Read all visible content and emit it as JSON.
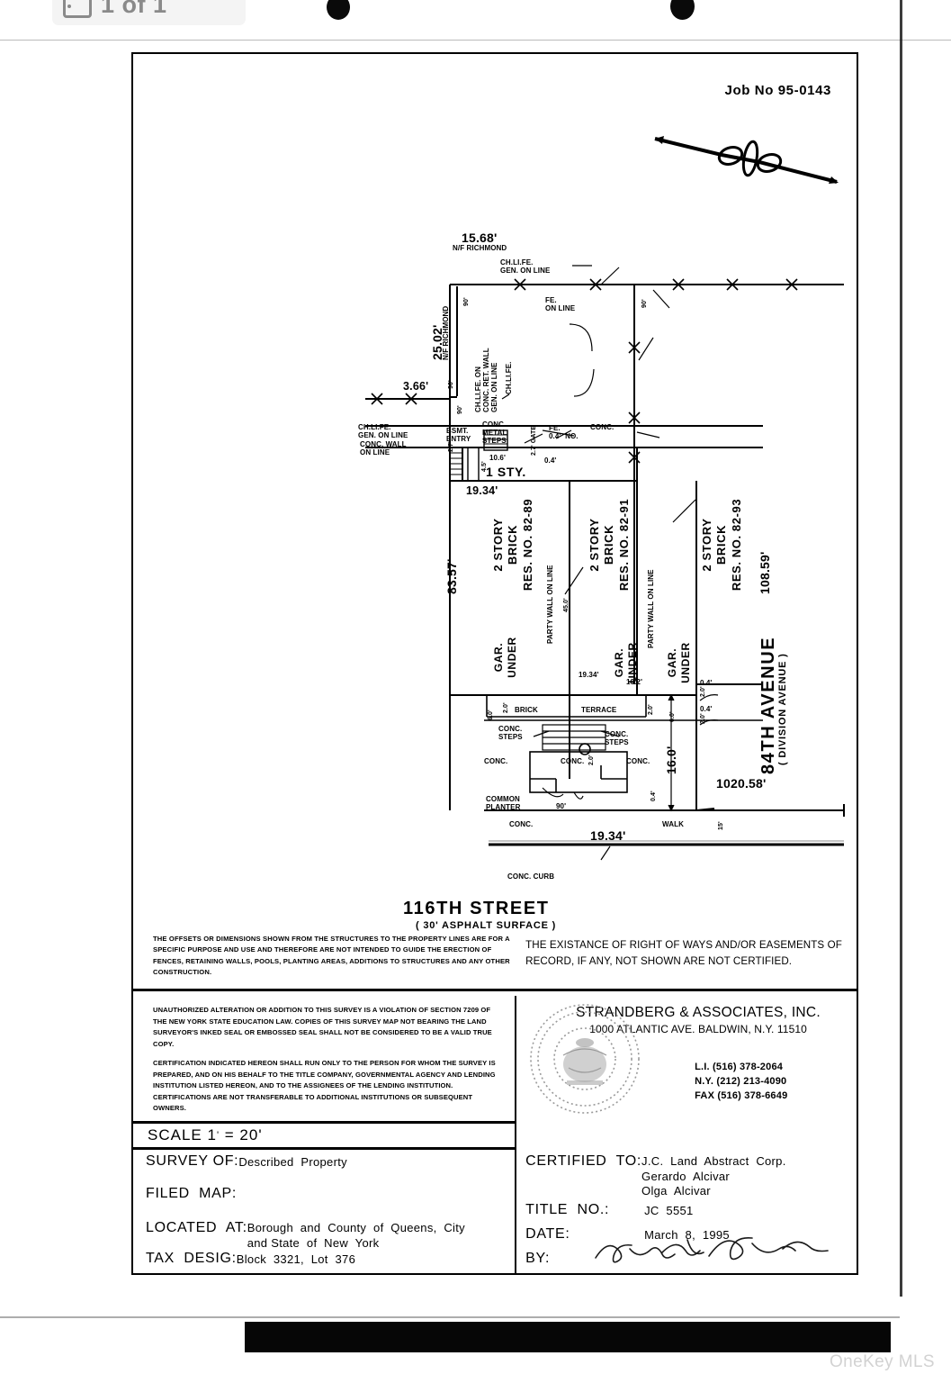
{
  "viewer": {
    "page_badge": "1 of 1",
    "page_icon": "pages-icon",
    "watermark": "OneKey MLS"
  },
  "sheet": {
    "job_number": "Job No 95-0143"
  },
  "drawing": {
    "north_label_top": "15.68'",
    "north_owner_top": "N/F RICHMOND",
    "west_dim": "25.02'",
    "west_owner": "N/F RICHMOND",
    "west_dim_small": "3.66'",
    "left_side_dim": "83.57'",
    "right_side_dim": "108.59'",
    "party_wall_dim": "45.0'",
    "front_dim_top": "19.34'",
    "front_dim_mid": "19.34'",
    "front_dim_bottom": "19.34'",
    "street_offset": "1020.58'",
    "walk_dim": "15'",
    "setback_dim": "16.0'",
    "one_sty_dim": "10.6'",
    "gar_dim": "10.2'",
    "offset_45": "4.5'",
    "offset_04a": "0.4'",
    "offset_04b": "0.4'",
    "offset_04c": "0.4'",
    "offset_04d": "0.4'",
    "planter_angle": "90'",
    "gate_label": "2.7' GATE",
    "bsmt_offset": "2.7'",
    "terrace_60a": "6.0'",
    "terrace_60b": "6.0'",
    "terrace_20a": "2.0'",
    "terrace_20b": "2.0'",
    "terrace_20c": "2.0'",
    "terrace_20d": "2.0'",
    "terrace_20e": "2.0'",
    "chain_90a": "90'",
    "chain_90b": "90'",
    "chain_90c": "90'",
    "chain_90d": "90'",
    "notes": {
      "chlife_gen_top": "CH.LI.FE.\nGEN. ON LINE",
      "fe_on_line": "FE.\nON LINE",
      "chlife_ret_wall": "CH.LI.FE. ON\nCONC. RET. WALL\nGEN. ON LINE",
      "chlife_vert": "CH.LI.FE.",
      "chlife_gen_left": "CH.LI.FE.\nGEN. ON LINE",
      "conc_wall_on_line": "CONC. WALL\nON LINE",
      "bsmt_entry": "BSMT.\nENTRY",
      "conc_metal_steps": "CONC.\nMETAL\nSTEPS",
      "fe_04_no": "FE.\n0.4'  NO.",
      "conc_right": "CONC.",
      "one_sty": "1 STY.",
      "brick": "BRICK",
      "terrace": "TERRACE",
      "conc_steps_left": "CONC.\nSTEPS",
      "conc_steps_right": "CONC.\nSTEPS",
      "conc_left": "CONC.",
      "conc_center": "CONC.",
      "conc_mid_right": "CONC.",
      "common_planter": "COMMON\nPLANTER",
      "conc_below": "CONC.",
      "walk": "WALK",
      "conc_curb": "CONC. CURB"
    },
    "buildings": [
      {
        "name": "building-left",
        "label": "2 STORY\nBRICK\nRES. NO. 82-89",
        "sublabel": "GAR.\nUNDER"
      },
      {
        "name": "building-center",
        "label": "2 STORY\nBRICK\nRES. NO. 82-91",
        "sublabel": "GAR.\nUNDER"
      },
      {
        "name": "building-right",
        "label": "2 STORY\nBRICK\nRES. NO. 82-93",
        "sublabel": "GAR.\nUNDER"
      }
    ],
    "party_wall_left": "PARTY WALL ON LINE",
    "party_wall_right": "PARTY WALL ON LINE",
    "street_front": "116TH STREET",
    "street_front_sub": "( 30' ASPHALT SURFACE )",
    "street_side": "84TH AVENUE",
    "street_side_sub": "( DIVISION AVENUE )"
  },
  "notes_band": {
    "left": "THE OFFSETS OR DIMENSIONS SHOWN FROM THE STRUCTURES TO THE PROPERTY LINES\nARE FOR A SPECIFIC PURPOSE AND USE AND THEREFORE ARE NOT INTENDED TO GUIDE\nTHE ERECTION OF FENCES, RETAINING WALLS, POOLS, PLANTING AREAS,\nADDITIONS TO STRUCTURES AND ANY OTHER CONSTRUCTION.",
    "right": "THE EXISTANCE OF RIGHT OF WAYS AND/OR EASEMENTS\nOF RECORD, IF ANY, NOT SHOWN ARE NOT CERTIFIED."
  },
  "legal_band": {
    "paragraph_1": "UNAUTHORIZED ALTERATION OR ADDITION TO THIS SURVEY IS A VIOLATION OF SECTION\n7209 OF THE NEW YORK STATE EDUCATION LAW.\nCOPIES OF THIS SURVEY MAP NOT BEARING THE LAND SURVEYOR'S INKED SEAL\nOR EMBOSSED SEAL SHALL NOT BE CONSIDERED TO BE A VALID TRUE COPY.",
    "paragraph_2": "CERTIFICATION INDICATED HEREON SHALL RUN ONLY TO THE PERSON FOR WHOM THE\nSURVEY IS PREPARED, AND ON HIS BEHALF TO THE TITLE COMPANY, GOVERNMENTAL\nAGENCY AND LENDING INSTITUTION LISTED HEREON, AND TO THE ASSIGNEES OF THE\nLENDING INSTITUTION. CERTIFICATIONS ARE NOT TRANSFERABLE TO ADDITIONAL\nINSTITUTIONS OR SUBSEQUENT OWNERS."
  },
  "firm": {
    "name": "STRANDBERG & ASSOCIATES, INC.",
    "address": "1000 ATLANTIC AVE. BALDWIN, N.Y. 11510",
    "phone_li": "L.I. (516) 378-2064",
    "phone_ny": "N.Y. (212) 213-4090",
    "phone_fax": "FAX (516) 378-6649",
    "seal_icon": "surveyor-seal-icon"
  },
  "scale": {
    "label": "SCALE  1",
    "tick": "'",
    "value": "=   20'"
  },
  "info": {
    "survey_of_label": "SURVEY OF:",
    "survey_of_value": "Described  Property",
    "filed_map_label": "FILED  MAP:",
    "filed_map_value": "",
    "located_at_label": "LOCATED  AT:",
    "located_at_value": "Borough  and  County  of  Queens,  City\nand State  of  New  York",
    "tax_desig_label": "TAX  DESIG:",
    "tax_desig_value": "Block  3321,  Lot  376",
    "certified_to_label": "CERTIFIED  TO:",
    "certified_to_value": "J.C.  Land  Abstract  Corp.\nGerardo  Alcivar\nOlga  Alcivar",
    "title_no_label": "TITLE  NO.:",
    "title_no_value": "JC  5551",
    "date_label": "DATE:",
    "date_value": "March  8,  1995",
    "by_label": "BY:",
    "by_value": "signature-icon"
  }
}
